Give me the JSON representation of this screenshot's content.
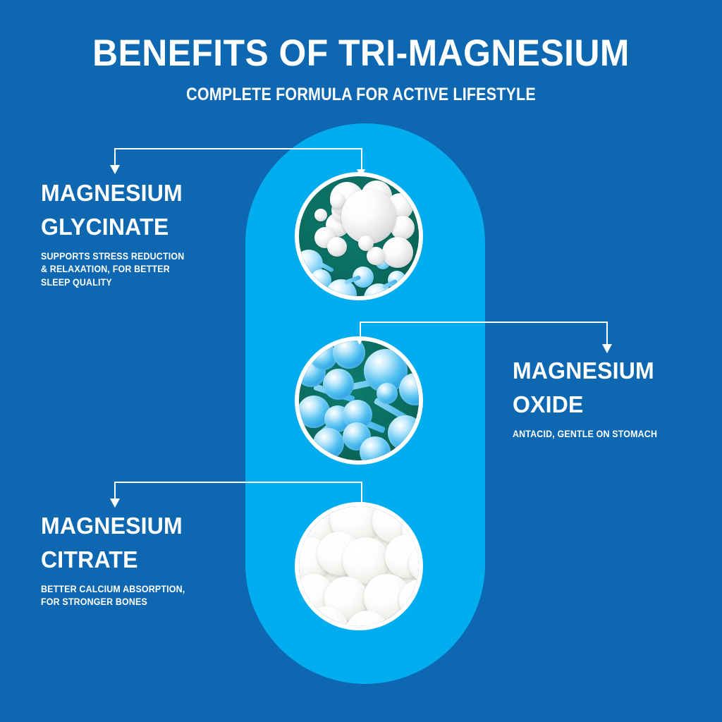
{
  "header": {
    "title": "BENEFITS OF TRI-MAGNESIUM",
    "subtitle": "COMPLETE FORMULA FOR ACTIVE LIFESTYLE"
  },
  "colors": {
    "background_blue": "#0d68b1",
    "capsule_blue": "#02adef",
    "text_white": "#ffffff",
    "molecule_teal": "#0a6b5d"
  },
  "product": {
    "shape": "capsule",
    "image_count": 3
  },
  "callouts": [
    {
      "id": "glycinate",
      "name_line1": "MAGNESIUM",
      "name_line2": "GLYCINATE",
      "description": "SUPPORTS STRESS REDUCTION\n& RELAXATION, FOR BETTER\nSLEEP QUALITY",
      "side": "left",
      "image_name": "white-spheres-molecule-photo"
    },
    {
      "id": "oxide",
      "name_line1": "MAGNESIUM",
      "name_line2": "OXIDE",
      "description": "ANTACID, GENTLE ON STOMACH",
      "side": "right",
      "image_name": "blue-crystal-molecule-photo"
    },
    {
      "id": "citrate",
      "name_line1": "MAGNESIUM",
      "name_line2": "CITRATE",
      "description": "BETTER CALCIUM ABSORPTION,\nFOR STRONGER BONES",
      "side": "left",
      "image_name": "white-pills-photo"
    }
  ]
}
